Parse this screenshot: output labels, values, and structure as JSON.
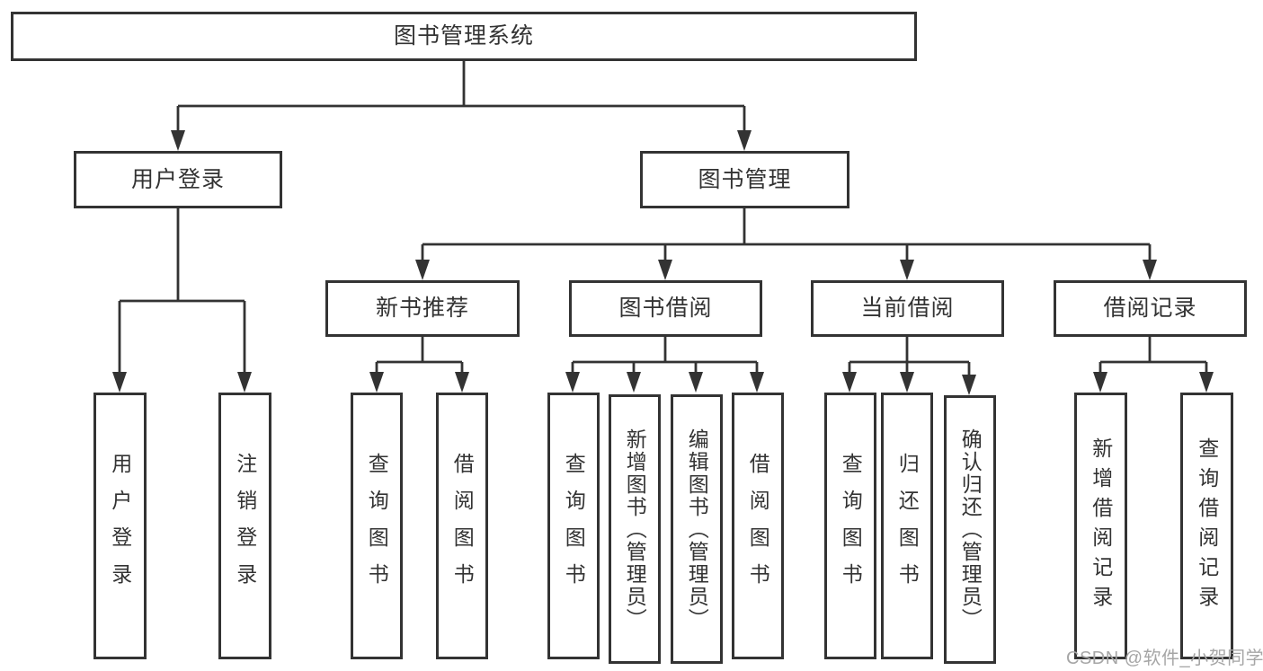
{
  "root": {
    "label": "图书管理系统"
  },
  "branches": [
    {
      "label": "用户登录",
      "children": [
        {
          "label": "用户登录"
        },
        {
          "label": "注销登录"
        }
      ]
    },
    {
      "label": "图书管理",
      "children": [
        {
          "label": "新书推荐",
          "children": [
            {
              "label": "查询图书"
            },
            {
              "label": "借阅图书"
            }
          ]
        },
        {
          "label": "图书借阅",
          "children": [
            {
              "label": "查询图书"
            },
            {
              "label": "新增图书（管理员）"
            },
            {
              "label": "编辑图书（管理员）"
            },
            {
              "label": "借阅图书"
            }
          ]
        },
        {
          "label": "当前借阅",
          "children": [
            {
              "label": "查询图书"
            },
            {
              "label": "归还图书"
            },
            {
              "label": "确认归还（管理员）"
            }
          ]
        },
        {
          "label": "借阅记录",
          "children": [
            {
              "label": "新增借阅记录"
            },
            {
              "label": "查询借阅记录"
            }
          ]
        }
      ]
    }
  ],
  "watermark": "CSDN @软件_小贺同学",
  "colors": {
    "line": "#333333",
    "text": "#333333",
    "watermark": "#a6a6a6",
    "background": "#ffffff"
  }
}
